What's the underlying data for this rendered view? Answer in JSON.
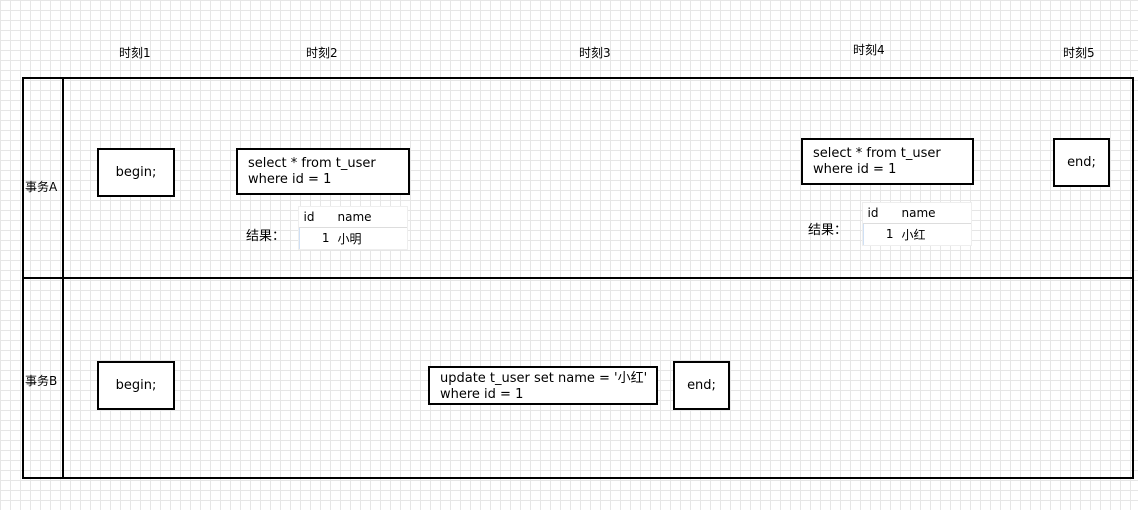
{
  "timeline": {
    "labels": [
      "时刻1",
      "时刻2",
      "时刻3",
      "时刻4",
      "时刻5"
    ]
  },
  "lanes": {
    "a": {
      "label": "事务A"
    },
    "b": {
      "label": "事务B"
    }
  },
  "transaction_a": {
    "begin": "begin;",
    "query1": {
      "line1": "select * from t_user",
      "line2": "where id = 1"
    },
    "result1": {
      "label": "结果：",
      "headers": [
        "id",
        "name"
      ],
      "row": [
        "1",
        "小明"
      ]
    },
    "query2": {
      "line1": "select * from t_user",
      "line2": "where id = 1"
    },
    "result2": {
      "label": "结果：",
      "headers": [
        "id",
        "name"
      ],
      "row": [
        "1",
        "小红"
      ]
    },
    "end": "end;"
  },
  "transaction_b": {
    "begin": "begin;",
    "update": {
      "line1": "update t_user set name = '小红'",
      "line2": "where id = 1"
    },
    "end": "end;"
  }
}
